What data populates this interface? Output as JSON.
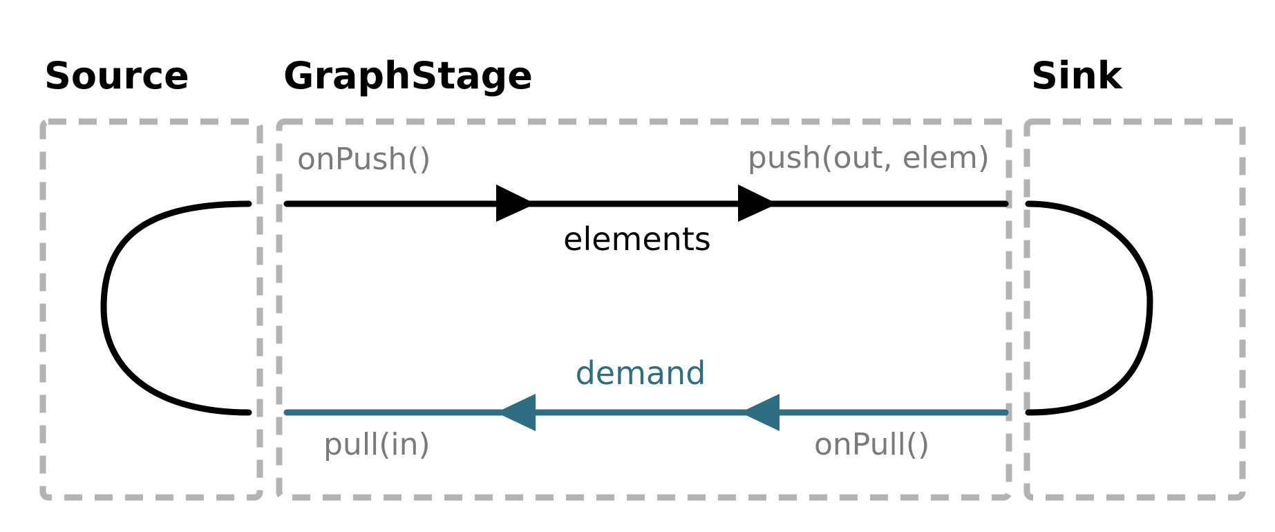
{
  "stages": {
    "source": {
      "title": "Source"
    },
    "graphstage": {
      "title": "GraphStage"
    },
    "sink": {
      "title": "Sink"
    }
  },
  "calls": {
    "on_push": "onPush()",
    "push": "push(out, elem)",
    "pull": "pull(in)",
    "on_pull": "onPull()"
  },
  "flows": {
    "elements": {
      "label": "elements",
      "color": "#000000"
    },
    "demand": {
      "label": "demand",
      "color": "#2d6e82"
    }
  },
  "colors": {
    "box_border": "#b3b3b3",
    "call_text": "#7a7a7a",
    "wire": "#000000"
  }
}
